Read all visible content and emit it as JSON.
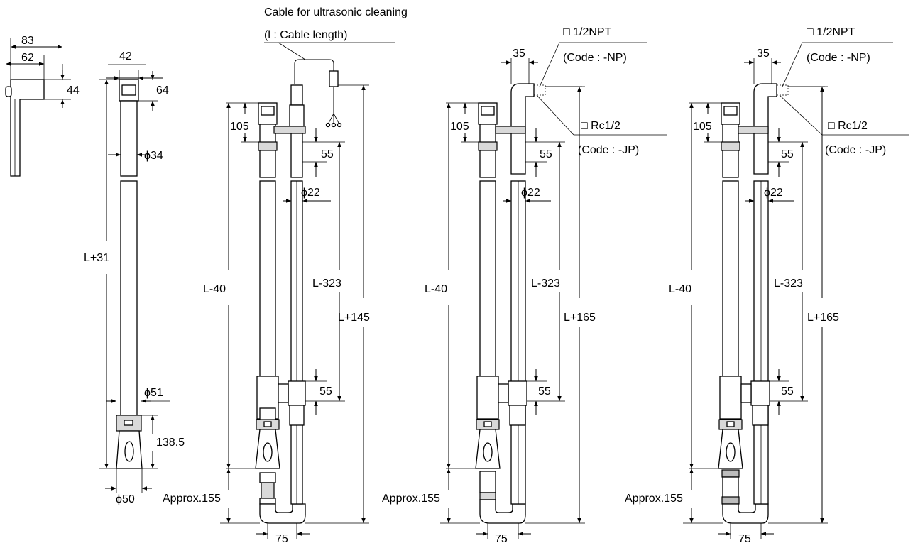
{
  "labels": {
    "cable_title": "Cable for ultrasonic cleaning",
    "cable_length": "(l : Cable length)",
    "npt": "□ 1/2NPT",
    "npt_code": "(Code : -NP)",
    "rc": "□ Rc1/2",
    "rc_code": "(Code : -JP)",
    "approx": "Approx.155"
  },
  "dims": {
    "d83": "83",
    "d62": "62",
    "d44": "44",
    "d42": "42",
    "d64": "64",
    "phi34": "ϕ34",
    "l31": "L+31",
    "phi51": "ϕ51",
    "d138": "138.5",
    "phi50": "ϕ50",
    "d105": "105",
    "d55": "55",
    "phi22": "ϕ22",
    "l40": "L-40",
    "l323": "L-323",
    "l145": "L+145",
    "l165": "L+165",
    "d75": "75",
    "d35": "35"
  }
}
